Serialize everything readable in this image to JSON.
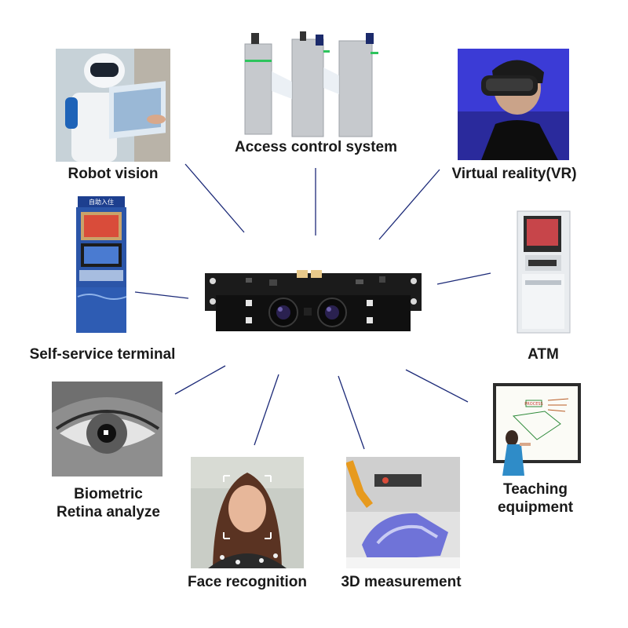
{
  "center": {
    "name": "binocular camera module",
    "board_color": "#1b1b1b"
  },
  "line_color": "#1c2a78",
  "applications": [
    {
      "id": "robot-vision",
      "label": "Robot vision"
    },
    {
      "id": "access-control",
      "label": "Access control system"
    },
    {
      "id": "virtual-reality",
      "label": "Virtual reality(VR)"
    },
    {
      "id": "self-service-terminal",
      "label": "Self-service terminal"
    },
    {
      "id": "atm",
      "label": "ATM"
    },
    {
      "id": "biometric",
      "label_line1": "Biometric",
      "label_line2": "Retina analyze"
    },
    {
      "id": "face-recognition",
      "label": "Face recognition"
    },
    {
      "id": "3d-measurement",
      "label": "3D measurement"
    },
    {
      "id": "teaching",
      "label_line1": "Teaching",
      "label_line2": "equipment"
    }
  ],
  "photo_text": {
    "kiosk_sign": "自助入住",
    "whiteboard_topic": "PROCESS"
  }
}
